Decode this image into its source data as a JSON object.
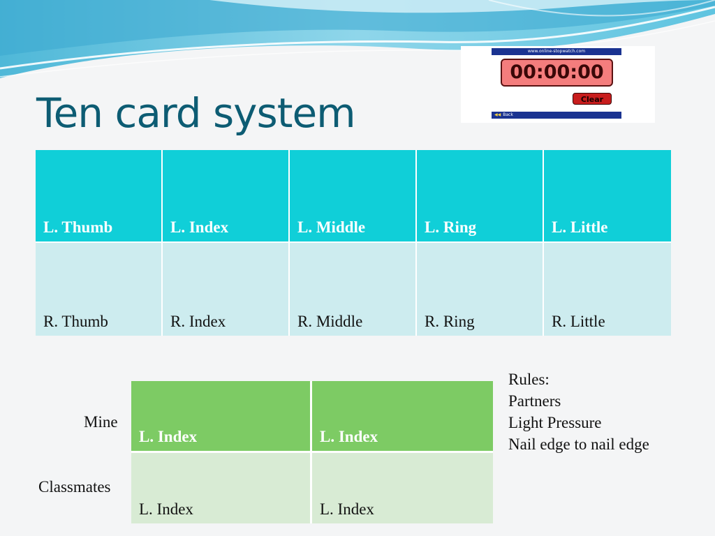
{
  "slide": {
    "title": "Ten card system"
  },
  "stopwatch": {
    "site_label": "www.online-stopwatch.com",
    "time": "00:00:00",
    "clear_label": "Clear",
    "back_label": "Back"
  },
  "finger_table": {
    "left_hand": [
      "L. Thumb",
      "L. Index",
      "L. Middle",
      "L. Ring",
      "L. Little"
    ],
    "right_hand": [
      "R. Thumb",
      "R. Index",
      "R. Middle",
      "R. Ring",
      "R. Little"
    ]
  },
  "comparison": {
    "mine_label": "Mine",
    "classmates_label": "Classmates",
    "mine": [
      "L. Index",
      "L. Index"
    ],
    "classmates": [
      "L. Index",
      "L. Index"
    ]
  },
  "rules": {
    "heading": "Rules:",
    "items": [
      "Partners",
      "Light Pressure",
      "Nail edge to nail edge"
    ]
  },
  "colors": {
    "title": "#0d5c73",
    "left_row": "#10cfd8",
    "right_row": "#cdecef",
    "mine_row": "#7dcb64",
    "classmates_row": "#d8ebd4",
    "stopwatch_display": "#f47d7d"
  }
}
